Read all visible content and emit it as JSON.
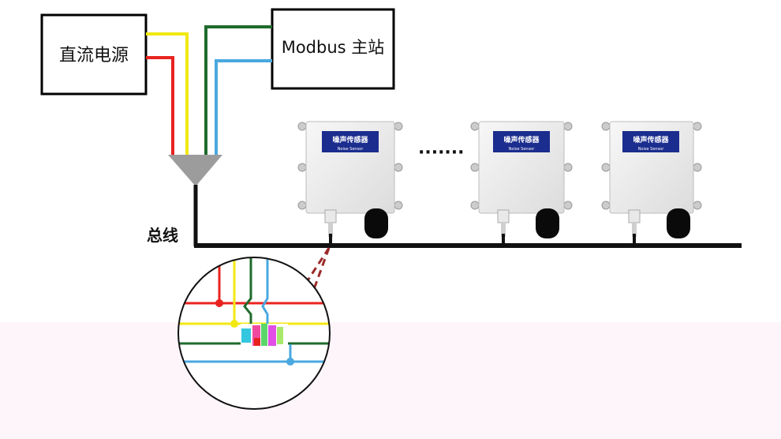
{
  "power_box": {
    "label": "直流电源"
  },
  "master_box": {
    "label": "Modbus 主站"
  },
  "bus": {
    "label": "总线"
  },
  "ellipsis": "·······",
  "sensors": [
    {
      "title": "噪声传感器",
      "subtitle": "Noise Sensor"
    },
    {
      "title": "噪声传感器",
      "subtitle": "Noise Sensor"
    },
    {
      "title": "噪声传感器",
      "subtitle": "Noise Sensor"
    }
  ],
  "colors": {
    "red": "#e8231f",
    "yellow": "#f2e812",
    "green": "#1f6b2c",
    "blue": "#4aa8e0",
    "bus": "#111111",
    "funnel": "#9c9c9c",
    "sensor_label": "#1b2d8e"
  }
}
